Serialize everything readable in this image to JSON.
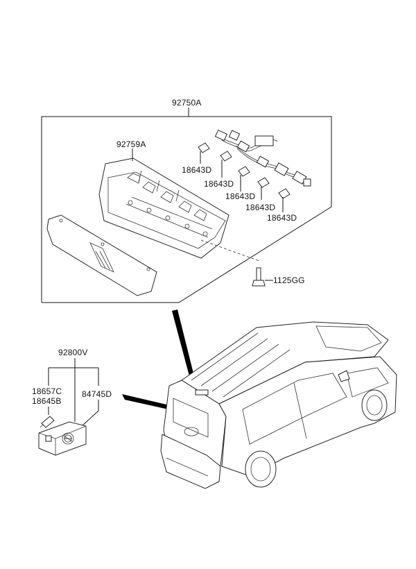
{
  "callouts": {
    "assembly": "92750A",
    "housing": "92759A",
    "bulb_1": "18643D",
    "bulb_2": "18643D",
    "bulb_3": "18643D",
    "bulb_4": "18643D",
    "screw": "1125GG",
    "license_lamp_assy": "92800V",
    "bulb_upper": "18657C",
    "bulb_lower": "18645B",
    "license_lens": "84745D"
  }
}
